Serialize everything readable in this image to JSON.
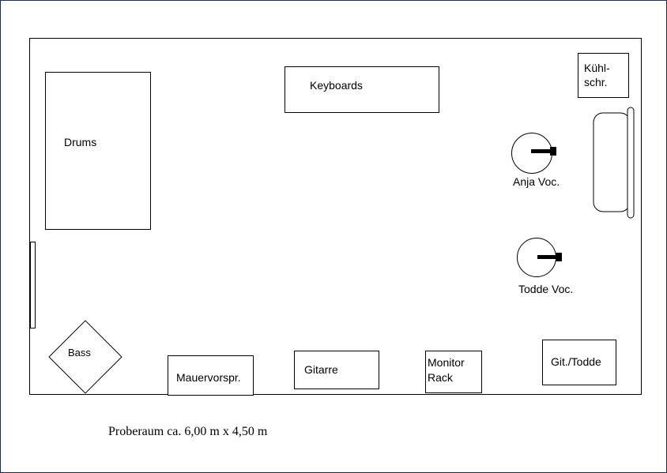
{
  "items": {
    "drums": "Drums",
    "keyboards": "Keyboards",
    "fridge_line1": "Kühl-",
    "fridge_line2": "schr.",
    "anja_vocal": "Anja Voc.",
    "todde_vocal": "Todde Voc.",
    "bass": "Bass",
    "wall_projection": "Mauervorspr.",
    "guitar": "Gitarre",
    "monitor_line1": "Monitor",
    "monitor_line2": "Rack",
    "guitar_todde": "Git./Todde"
  },
  "caption": "Proberaum ca. 6,00 m x 4,50 m"
}
